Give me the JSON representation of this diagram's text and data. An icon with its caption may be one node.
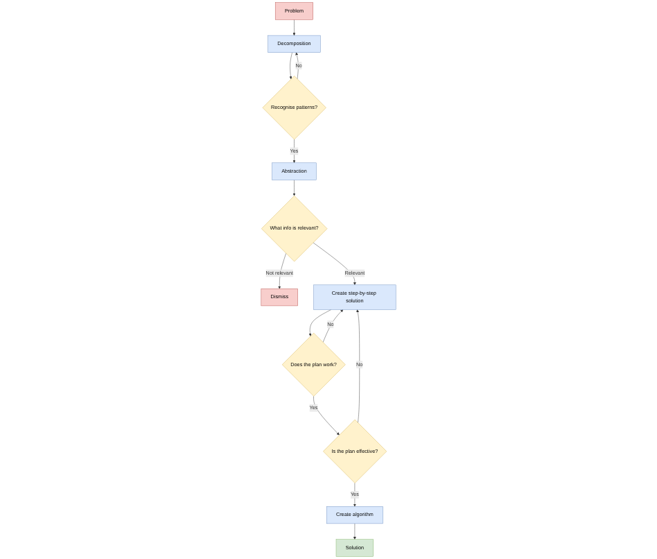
{
  "diagram": {
    "nodes": [
      {
        "text": [
          "Problem"
        ]
      },
      {
        "text": [
          "Decomposition"
        ]
      },
      {
        "text": [
          "Recognise patterns?"
        ]
      },
      {
        "text": [
          "Abstraction"
        ]
      },
      {
        "text": [
          "What info is relevant?"
        ]
      },
      {
        "text": [
          "Dismiss"
        ]
      },
      {
        "text": [
          "Create step-by-step solution"
        ]
      },
      {
        "text": [
          "Does the plan work?"
        ]
      },
      {
        "text": [
          "Is the plan effective?"
        ]
      },
      {
        "text": [
          "Create algorithm"
        ]
      },
      {
        "text": [
          "Solution"
        ]
      }
    ],
    "edges": [
      {
        "from": 0,
        "to": 1,
        "arrow": "to"
      },
      {
        "from": 1,
        "to": 2,
        "arrow": "to"
      },
      {
        "from": 2,
        "to": 1,
        "arrow": "to",
        "label": "No"
      },
      {
        "from": 2,
        "to": 3,
        "arrow": "to",
        "label": "Yes"
      },
      {
        "from": 3,
        "to": 4,
        "arrow": "to"
      },
      {
        "from": 4,
        "to": 6,
        "arrow": "to",
        "label": "Relevant"
      },
      {
        "from": 4,
        "to": 5,
        "arrow": "to",
        "label": "Not relevant"
      },
      {
        "from": 6,
        "to": 7,
        "arrow": "to"
      },
      {
        "from": 7,
        "to": 6,
        "arrow": "to",
        "label": "No"
      },
      {
        "from": 7,
        "to": 8,
        "arrow": "to",
        "label": "Yes"
      },
      {
        "from": 8,
        "to": 6,
        "arrow": "to",
        "label": "No"
      },
      {
        "from": 8,
        "to": 9,
        "arrow": "to",
        "label": "Yes"
      },
      {
        "from": 9,
        "to": 10,
        "arrow": "to"
      }
    ]
  }
}
